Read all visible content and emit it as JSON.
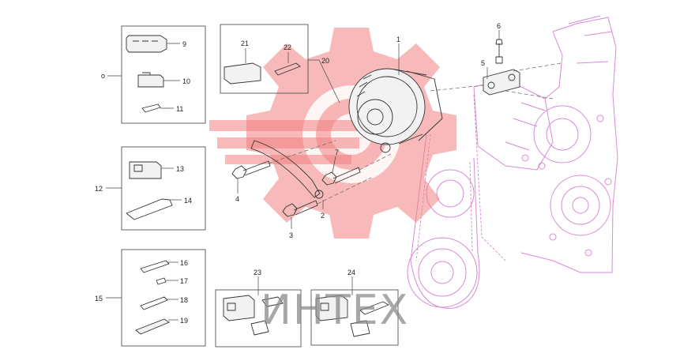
{
  "diagram": {
    "callouts": {
      "c1": "1",
      "c2": "2",
      "c3": "3",
      "c4": "4",
      "c5": "5",
      "c6": "6",
      "c7": "7",
      "c9": "9",
      "c10": "10",
      "c11": "11",
      "c12": "12",
      "c13": "13",
      "c14": "14",
      "c15": "15",
      "c16": "16",
      "c17": "17",
      "c18": "18",
      "c19": "19",
      "c20": "20",
      "c21": "21",
      "c22": "22",
      "c23": "23",
      "c24": "24"
    },
    "group_marker_top": "o"
  },
  "watermark": {
    "text": "ИНТЕХ",
    "color": "#f08080"
  },
  "colors": {
    "engine_outline": "#d98ad6",
    "line_art": "#333333"
  }
}
